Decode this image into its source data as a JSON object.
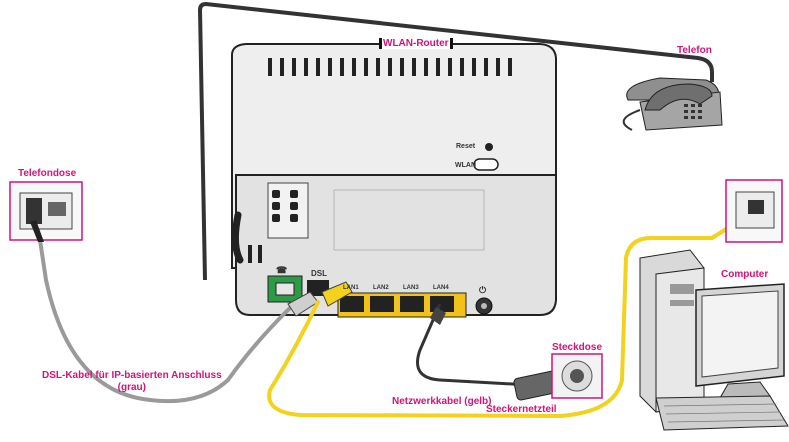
{
  "title": "WLAN-Router",
  "labels": {
    "telefon": "Telefon",
    "telefondose": "Telefondose",
    "dsl_kabel_line1": "DSL-Kabel für IP-basierten Anschluss",
    "dsl_kabel_line2": "(grau)",
    "netzwerkkabel": "Netzwerkkabel (gelb)",
    "steckernetzteil": "Steckernetzteil",
    "steckdose": "Steckdose",
    "computer": "Computer"
  },
  "router": {
    "reset": "Reset",
    "wlan": "WLAN",
    "dsl": "DSL",
    "lan_ports": [
      "LAN1",
      "LAN2",
      "LAN3",
      "LAN4"
    ]
  },
  "colors": {
    "label": "#d4127a",
    "dsl_cable": "#9a9a9a",
    "network_cable": "#f2d21c",
    "phone_cable": "#333333",
    "router_body": "#e6e6e6",
    "lan_port": "#f1c21b",
    "tae_port": "#2e9a48"
  },
  "icons": [
    "telephone-icon",
    "wall-socket-icon",
    "power-outlet-icon",
    "computer-icon",
    "network-socket-icon",
    "phone-symbol-icon",
    "power-symbol-icon"
  ]
}
